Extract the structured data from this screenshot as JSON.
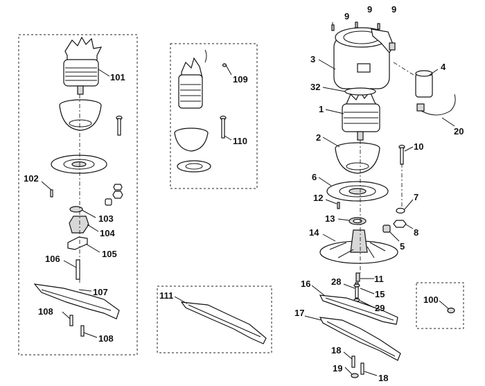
{
  "diagram": {
    "labels": {
      "p101": "101",
      "p102": "102",
      "p103": "103",
      "p104": "104",
      "p105": "105",
      "p106": "106",
      "p107": "107",
      "p108a": "108",
      "p108b": "108",
      "p109": "109",
      "p110": "110",
      "p111": "111",
      "p9a": "9",
      "p9b": "9",
      "p9c": "9",
      "p3": "3",
      "p4": "4",
      "p32": "32",
      "p1": "1",
      "p20": "20",
      "p2": "2",
      "p10": "10",
      "p6": "6",
      "p7": "7",
      "p12": "12",
      "p8": "8",
      "p13": "13",
      "p14": "14",
      "p5": "5",
      "p11": "11",
      "p16": "16",
      "p28": "28",
      "p15": "15",
      "p29": "29",
      "p17": "17",
      "p18a": "18",
      "p19": "19",
      "p18b": "18",
      "p100": "100"
    }
  }
}
